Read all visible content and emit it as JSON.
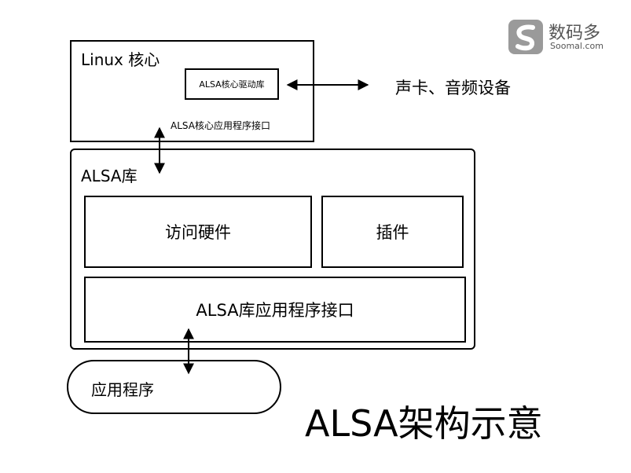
{
  "diagram": {
    "kernel_title": "Linux 核心",
    "driver_label": "ALSA核心驱动库",
    "kernel_api_label": "ALSA核心应用程序接口",
    "sound_card_label": "声卡、音频设备",
    "lib_title": "ALSA库",
    "hardware_access_label": "访问硬件",
    "plugin_label": "插件",
    "lib_api_label": "ALSA库应用程序接口",
    "application_label": "应用程序",
    "figure_title": "ALSA架构示意"
  },
  "watermark": {
    "brand_cn": "数码多",
    "brand_en": "Soomal.com",
    "icon": "soomal-logo-icon"
  },
  "colors": {
    "line": "#000000",
    "logo": "#8a8a8a"
  }
}
